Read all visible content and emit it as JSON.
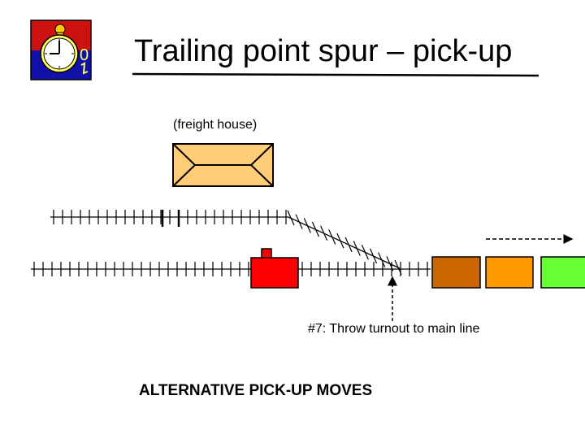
{
  "slide": {
    "title": "Trailing point spur – pick-up",
    "building_label": "(freight house)",
    "instruction": "#7:  Throw turnout to main line",
    "footer": "ALTERNATIVE PICK-UP MOVES"
  },
  "icons": {
    "logo": "stopwatch-logo-icon"
  },
  "colors": {
    "freight_house": "#FFCC77",
    "locomotive": "#FF0000",
    "car_1": "#CC6600",
    "car_2": "#FF9900",
    "car_3": "#66FF33",
    "logo_top": "#CC1111",
    "logo_bottom": "#1111AA",
    "watch_face": "#FFFF66"
  }
}
